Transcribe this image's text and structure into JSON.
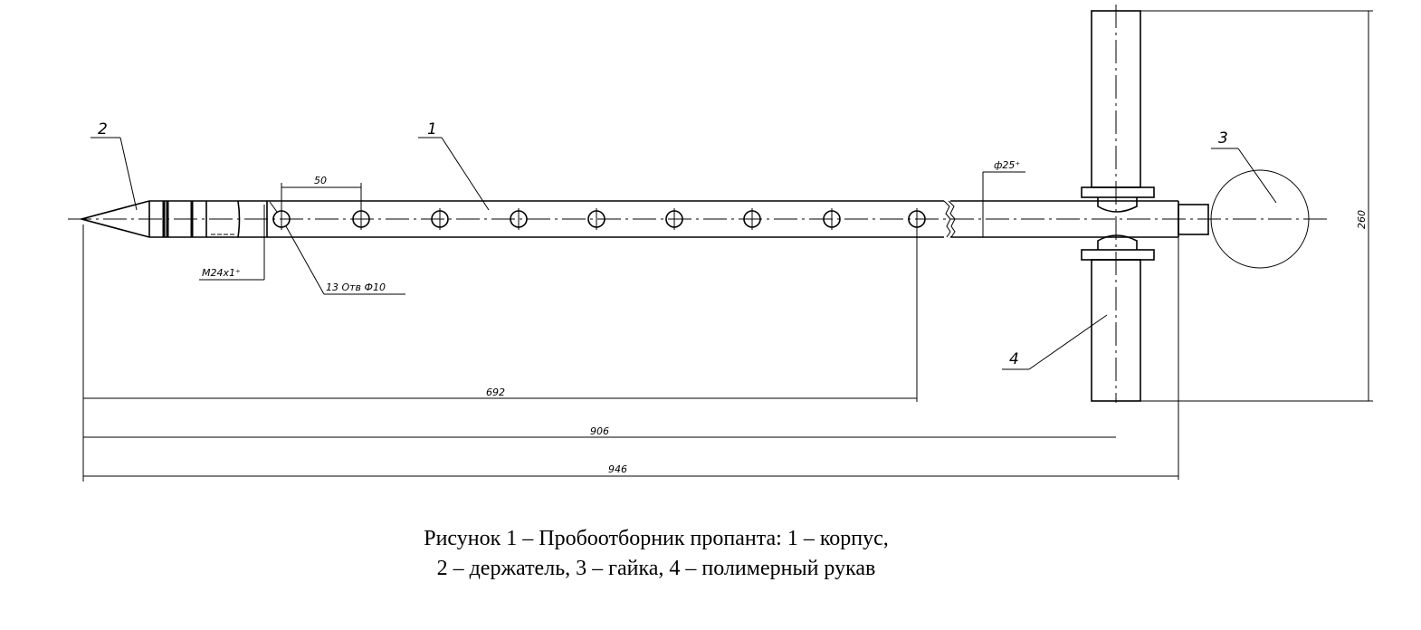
{
  "drawing": {
    "part_numbers": {
      "body": "1",
      "holder": "2",
      "nut": "3",
      "hose": "4"
    },
    "dimensions": {
      "hole_pitch": "50",
      "thread": "М24х1⁺",
      "holes": "13 Отв Ф10",
      "tube_diameter": "ф25⁺",
      "height": "260",
      "to_last_hole": "692",
      "to_hose_axis": "906",
      "overall_length": "946"
    }
  },
  "caption": {
    "line1": "Рисунок 1 – Пробоотборник пропанта: 1 – корпус,",
    "line2": "2 – держатель, 3 – гайка, 4 – полимерный рукав"
  }
}
